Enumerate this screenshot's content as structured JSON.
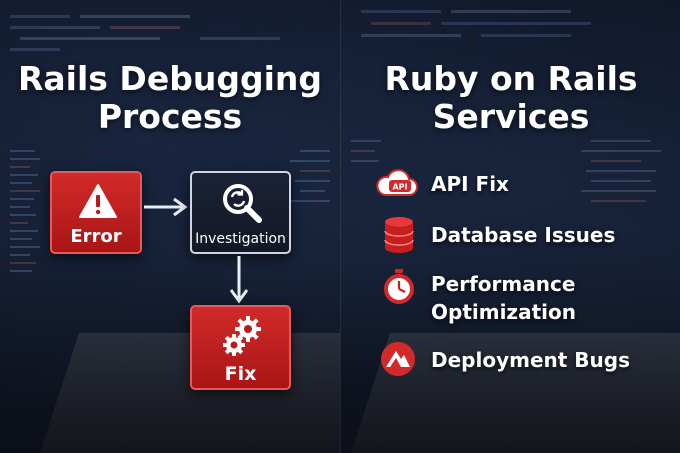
{
  "left": {
    "title_line1": "Rails Debugging",
    "title_line2": "Process",
    "flow": {
      "error_label": "Error",
      "investigation_label": "Investigation",
      "fix_label": "Fix"
    }
  },
  "right": {
    "title_line1": "Ruby on Rails",
    "title_line2": "Services",
    "services": [
      {
        "icon": "cloud-api-icon",
        "label": "API Fix",
        "badge": "API"
      },
      {
        "icon": "database-icon",
        "label": "Database Issues"
      },
      {
        "icon": "stopwatch-icon",
        "label_line1": "Performance",
        "label_line2": "Optimization"
      },
      {
        "icon": "deployment-icon",
        "label": "Deployment Bugs"
      }
    ]
  },
  "colors": {
    "accent_red": "#c81e1e",
    "box_dark": "#151b2b",
    "text": "#ffffff"
  }
}
